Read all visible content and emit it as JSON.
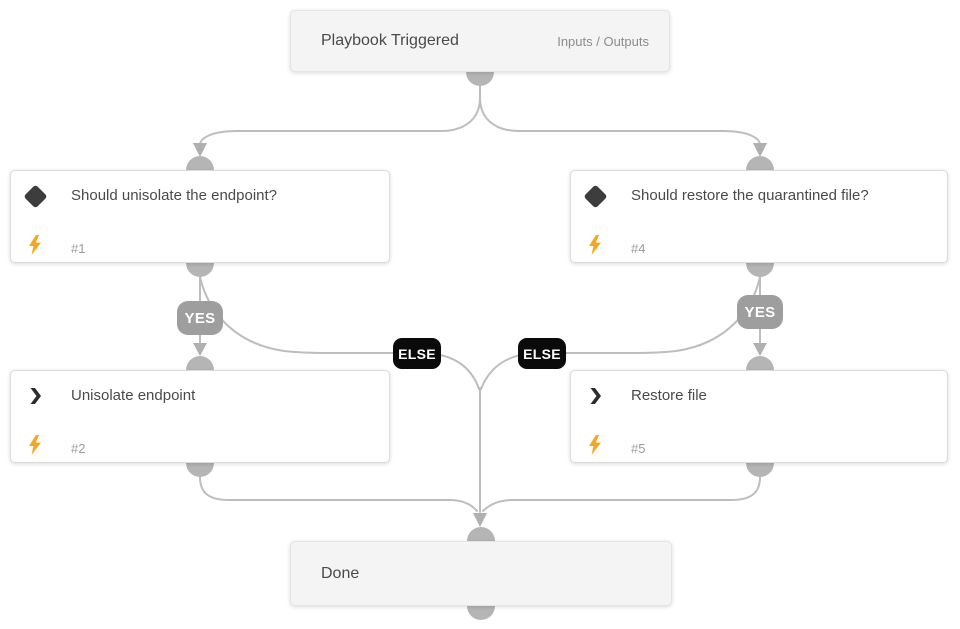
{
  "nodes": {
    "trigger": {
      "title": "Playbook Triggered",
      "io_label": "Inputs / Outputs"
    },
    "decision_left": {
      "title": "Should unisolate the endpoint?",
      "ref": "#1"
    },
    "decision_right": {
      "title": "Should restore the quarantined file?",
      "ref": "#4"
    },
    "action_left": {
      "title": "Unisolate endpoint",
      "ref": "#2"
    },
    "action_right": {
      "title": "Restore file",
      "ref": "#5"
    },
    "end": {
      "title": "Done"
    }
  },
  "edge_labels": {
    "yes_left": "YES",
    "yes_right": "YES",
    "else_left": "ELSE",
    "else_right": "ELSE"
  },
  "icons": {
    "decision": "diamond-icon",
    "action": "chevron-right-icon",
    "callback": "lightning-bolt-icon"
  },
  "colors": {
    "bolt": "#f5a623",
    "yes_badge": "#9e9e9e",
    "else_badge": "#0a0a0a",
    "wire": "#bdbdbd",
    "port": "#b5b5b5",
    "arrowhead": "#b0b0b0",
    "node_tint": "#f4f4f4",
    "title_text": "#4a4a4a",
    "ref_text": "#9b9b9b"
  }
}
